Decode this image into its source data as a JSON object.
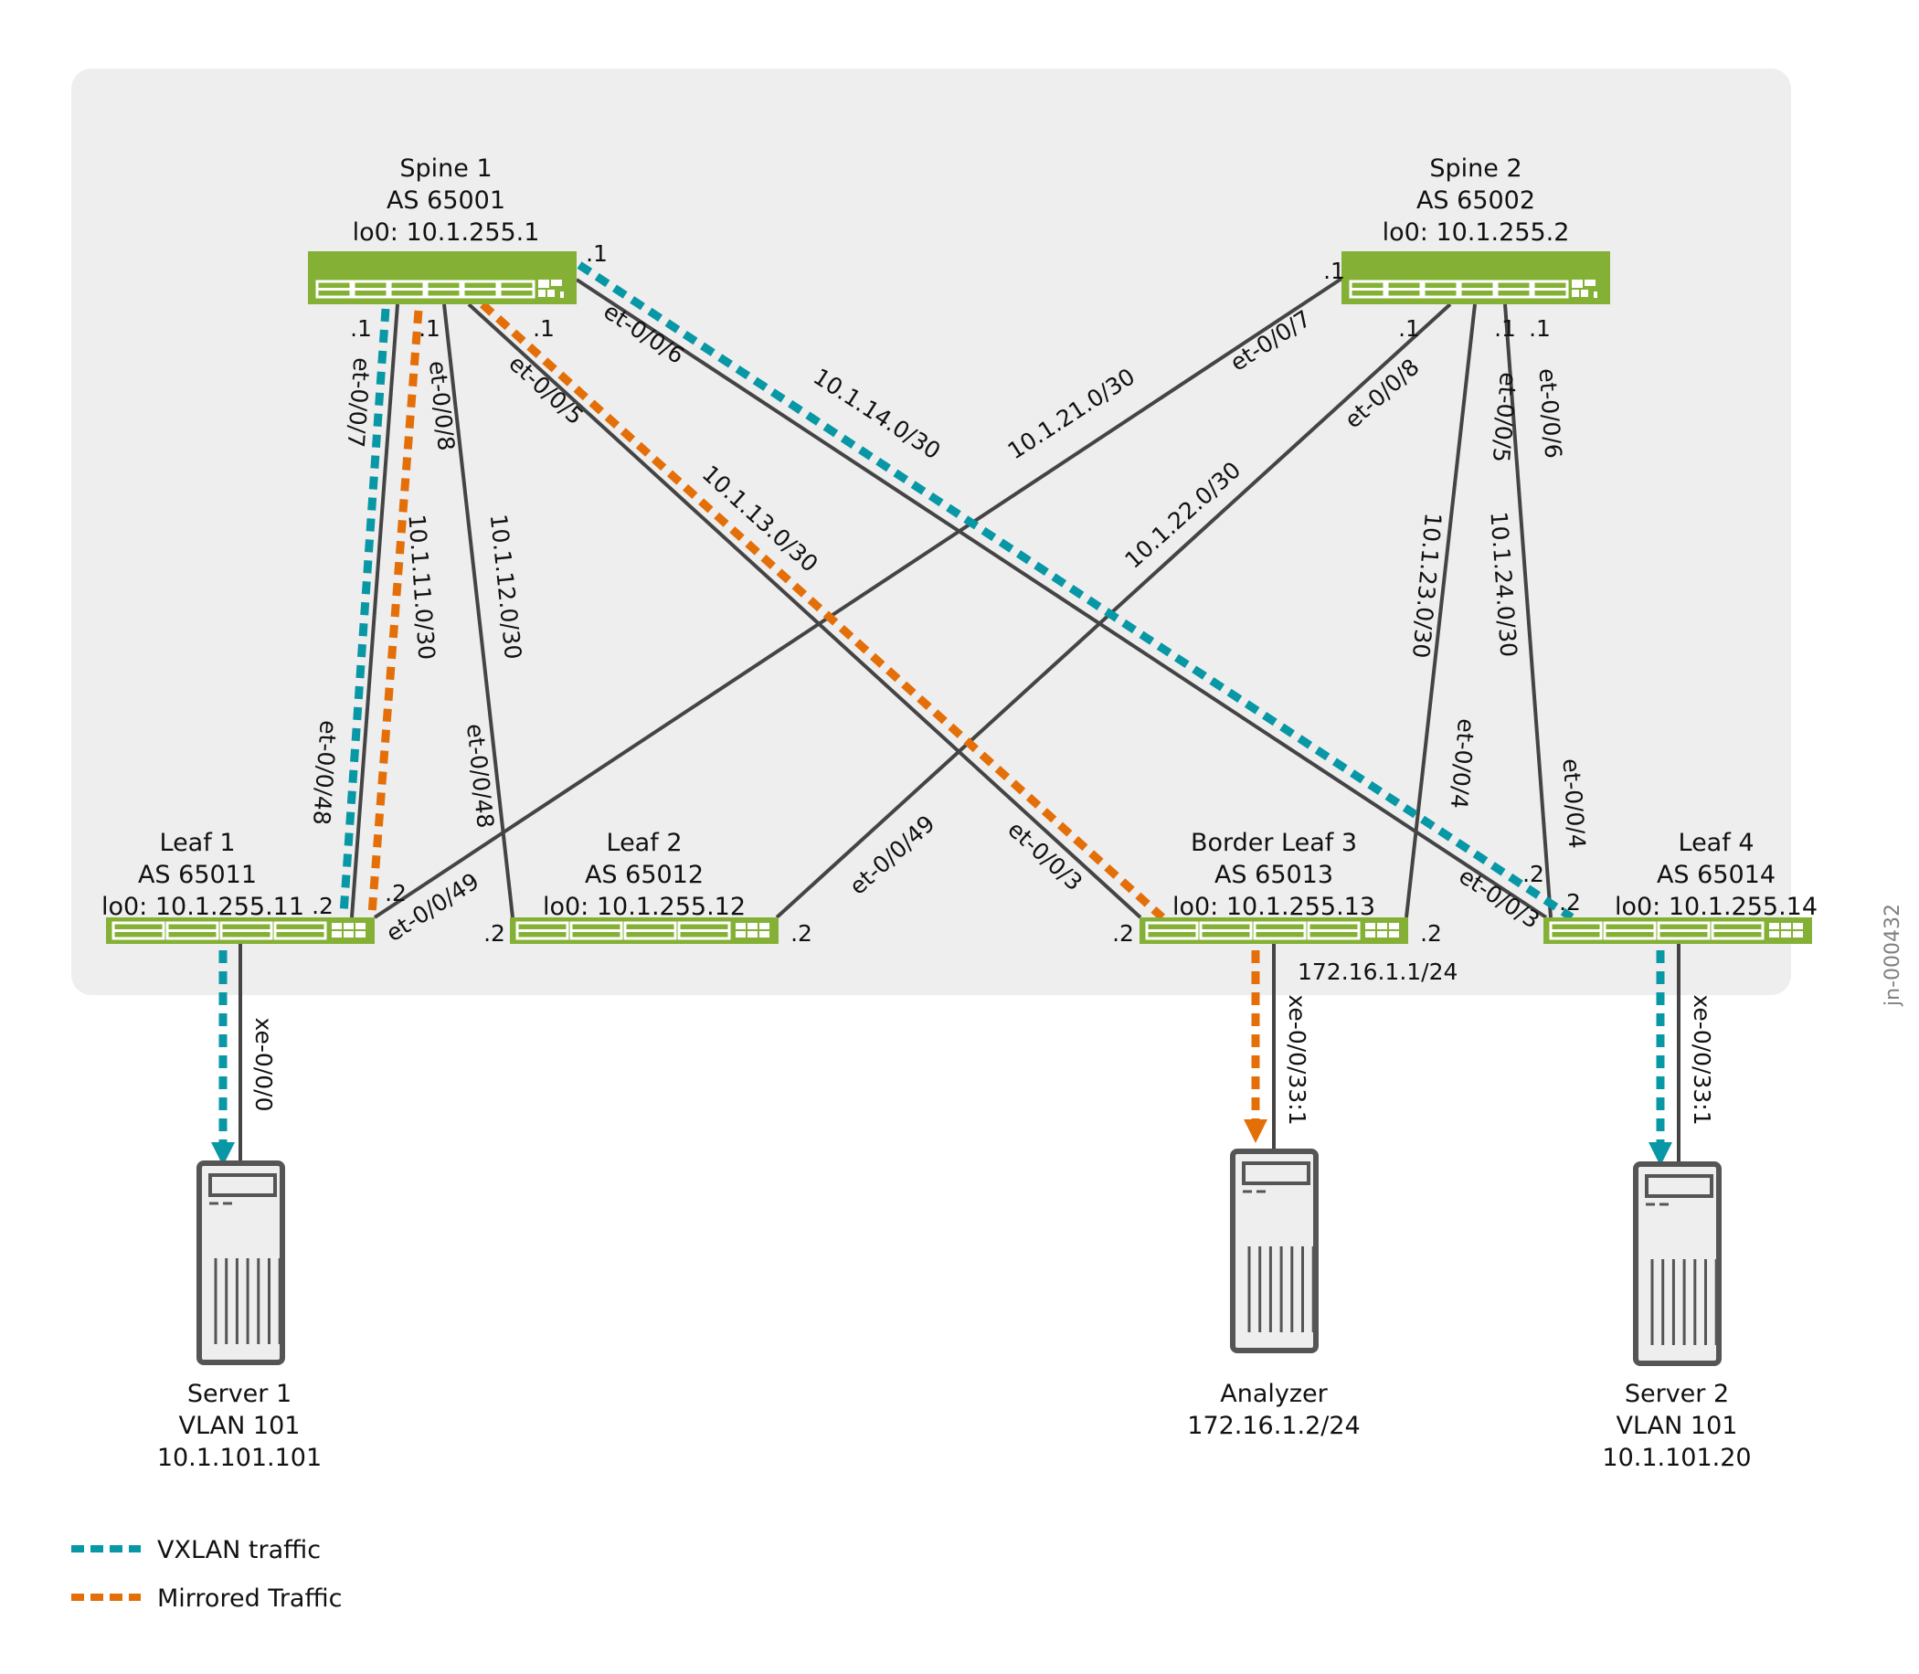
{
  "colors": {
    "panel": "#eeeeee",
    "switch": "#84b135",
    "link": "#444444",
    "vxlan": "#0897a5",
    "mirrored": "#e46f08",
    "server_stroke": "#555555",
    "server_fill": "#eeeeee"
  },
  "figure_id": "jn-000432",
  "nodes": {
    "spine1": {
      "name": "Spine 1",
      "as": "AS 65001",
      "lo0": "lo0: 10.1.255.1"
    },
    "spine2": {
      "name": "Spine 2",
      "as": "AS 65002",
      "lo0": "lo0: 10.1.255.2"
    },
    "leaf1": {
      "name": "Leaf 1",
      "as": "AS 65011",
      "lo0": "lo0: 10.1.255.11"
    },
    "leaf2": {
      "name": "Leaf 2",
      "as": "AS 65012",
      "lo0": "lo0: 10.1.255.12"
    },
    "leaf3": {
      "name": "Border Leaf 3",
      "as": "AS 65013",
      "lo0": "lo0: 10.1.255.13",
      "extra_ip": "172.16.1.1/24"
    },
    "leaf4": {
      "name": "Leaf 4",
      "as": "AS 65014",
      "lo0": "lo0: 10.1.255.14"
    },
    "server1": {
      "name": "Server 1",
      "vlan": "VLAN 101",
      "ip": "10.1.101.101"
    },
    "analyzer": {
      "name": "Analyzer",
      "ip": "172.16.1.2/24"
    },
    "server2": {
      "name": "Server 2",
      "vlan": "VLAN 101",
      "ip": "10.1.101.20"
    }
  },
  "links": {
    "s1_l1": {
      "subnet": "10.1.11.0/30",
      "a_if": "et-0/0/7",
      "b_if": "et-0/0/48",
      "a_host": ".1",
      "b_host": ".2"
    },
    "s1_l2": {
      "subnet": "10.1.12.0/30",
      "a_if": "et-0/0/8",
      "b_if": "et-0/0/48",
      "a_host": ".1",
      "b_host": ".2"
    },
    "s1_l3": {
      "subnet": "10.1.13.0/30",
      "a_if": "et-0/0/5",
      "b_if": "et-0/0/3",
      "a_host": ".1",
      "b_host": ".2"
    },
    "s1_l4": {
      "subnet": "10.1.14.0/30",
      "a_if": "et-0/0/6",
      "b_if": "et-0/0/3",
      "a_host": ".1",
      "b_host": ".2"
    },
    "s2_l1": {
      "subnet": "10.1.21.0/30",
      "a_if": "et-0/0/7",
      "b_if": "et-0/0/49",
      "a_host": ".1",
      "b_host": ".2"
    },
    "s2_l2": {
      "subnet": "10.1.22.0/30",
      "a_if": "et-0/0/8",
      "b_if": "et-0/0/49",
      "a_host": ".1",
      "b_host": ".2"
    },
    "s2_l3": {
      "subnet": "10.1.23.0/30",
      "a_if": "et-0/0/5",
      "b_if": "et-0/0/4",
      "a_host": ".1",
      "b_host": ".2"
    },
    "s2_l4": {
      "subnet": "10.1.24.0/30",
      "a_if": "et-0/0/6",
      "b_if": "et-0/0/4",
      "a_host": ".1",
      "b_host": ".2"
    },
    "l1_server1": {
      "if": "xe-0/0/0"
    },
    "l3_analyzer": {
      "if": "xe-0/0/33:1"
    },
    "l4_server2": {
      "if": "xe-0/0/33:1"
    }
  },
  "legend": [
    {
      "label": "VXLAN traffic",
      "type": "vxlan"
    },
    {
      "label": "Mirrored Traffic",
      "type": "mirrored"
    }
  ]
}
